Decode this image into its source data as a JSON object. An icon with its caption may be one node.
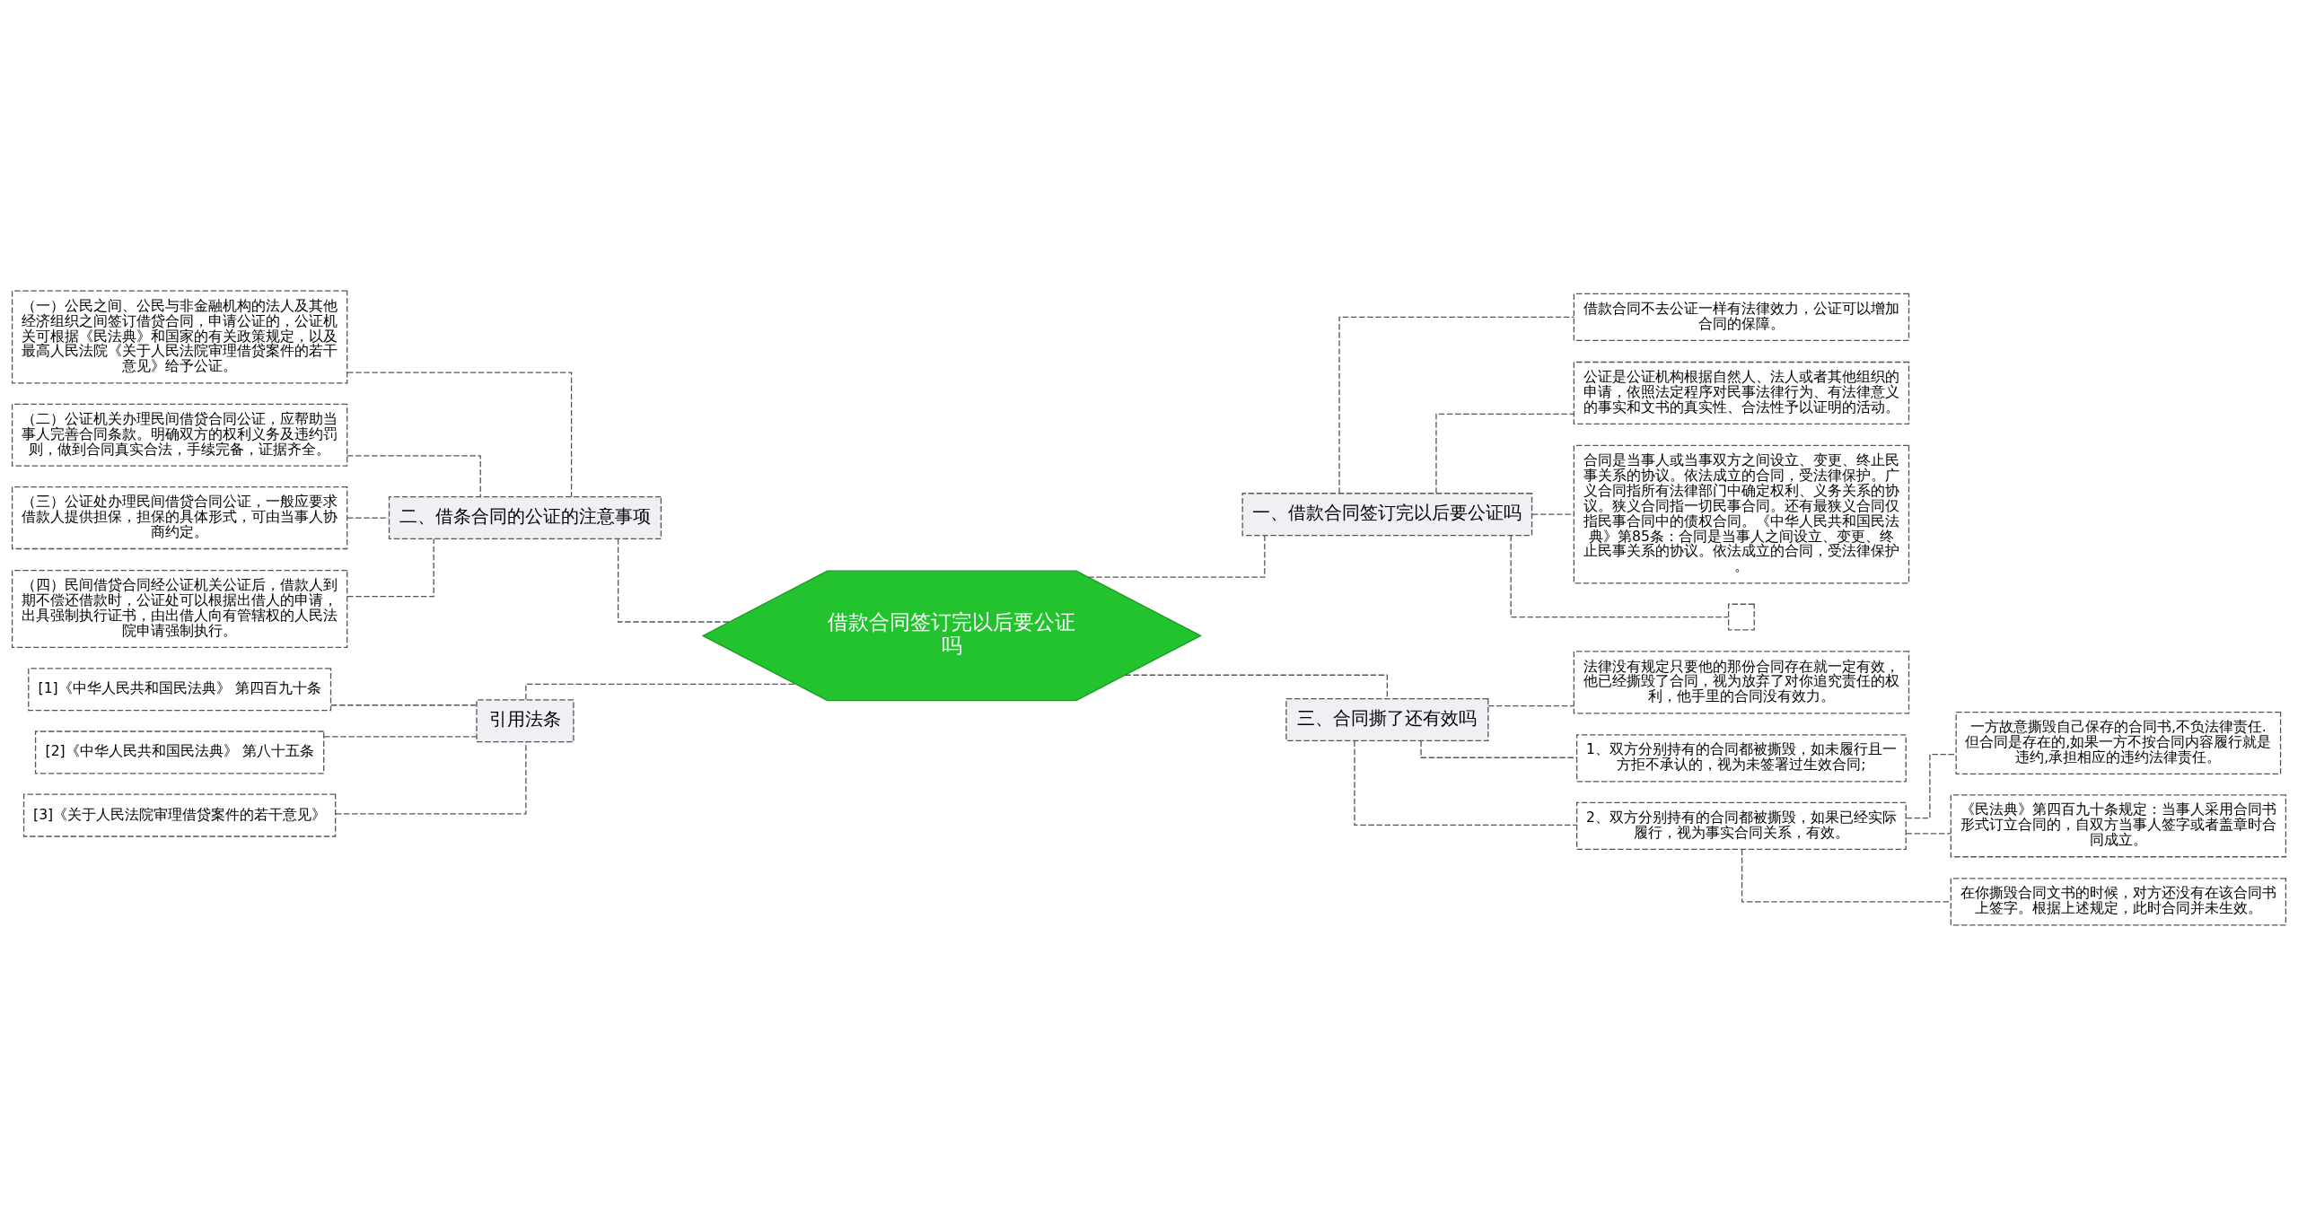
{
  "diagram": {
    "nodes": [
      {
        "text": [
          "借款合同签订完以后要公证吗"
        ]
      },
      {
        "text": [
          "二、借条合同的公证的注意事项"
        ]
      },
      {
        "text": [
          "（一）公民之间、公民与非金融机构的法人及其他经济组织之间签订借贷合同，申请公证的，公证机关可根据《民法典》和国家的有关政策规定，以及最高人民法院《关于人民法院审理借贷案件的若干意见》给予公证。"
        ]
      },
      {
        "text": [
          "（二）公证机关办理民间借贷合同公证，应帮助当事人完善合同条款。明确双方的权利义务及违约罚则，做到合同真实合法，手续完备，证据齐全。"
        ]
      },
      {
        "text": [
          "（三）公证处办理民间借贷合同公证，一般应要求借款人提供担保，担保的具体形式，可由当事人协商约定。"
        ]
      },
      {
        "text": [
          "（四）民间借贷合同经公证机关公证后，借款人到期不偿还借款时，公证处可以根据出借人的申请，出具强制执行证书，由出借人向有管辖权的人民法院申请强制执行。"
        ]
      },
      {
        "text": [
          "引用法条"
        ]
      },
      {
        "text": [
          "[1]《中华人民共和国民法典》 第四百九十条"
        ]
      },
      {
        "text": [
          "[2]《中华人民共和国民法典》 第八十五条"
        ]
      },
      {
        "text": [
          "[3]《关于人民法院审理借贷案件的若干意见》"
        ]
      },
      {
        "text": [
          "一、借款合同签订完以后要公证吗"
        ]
      },
      {
        "text": [
          "借款合同不去公证一样有法律效力，公证可以增加合同的保障。"
        ]
      },
      {
        "text": [
          "公证是公证机构根据自然人、法人或者其他组织的申请，依照法定程序对民事法律行为、有法律意义的事实和文书的真实性、合法性予以证明的活动。"
        ]
      },
      {
        "text": [
          "合同是当事人或当事双方之间设立、变更、终止民事关系的协议。依法成立的合同，受法律保护。广义合同指所有法律部门中确定权利、义务关系的协议。狭义合同指一切民事合同。还有最狭义合同仅指民事合同中的债权合同。《中华人民共和国民法典》第85条：合同是当事人之间设立、变更、终止民事关系的协议。依法成立的合同，受法律保护。"
        ]
      },
      {
        "text": [],
        "shape": "box"
      },
      {
        "text": [
          "三、合同撕了还有效吗"
        ]
      },
      {
        "text": [
          "法律没有规定只要他的那份合同存在就一定有效，他已经撕毁了合同，视为放弃了对你追究责任的权利，他手里的合同没有效力。"
        ]
      },
      {
        "text": [
          "1、双方分别持有的合同都被撕毁，如未履行且一方拒不承认的，视为未签署过生效合同;"
        ]
      },
      {
        "text": [
          "2、双方分别持有的合同都被撕毁，如果已经实际履行，视为事实合同关系，有效。"
        ]
      },
      {
        "text": [
          "一方故意撕毁自己保存的合同书,不负法律责任.但合同是存在的,如果一方不按合同内容履行就是违约,承担相应的违约法律责任。"
        ]
      },
      {
        "text": [
          "《民法典》第四百九十条规定：当事人采用合同书形式订立合同的，自双方当事人签字或者盖章时合同成立。"
        ]
      },
      {
        "text": [
          "在你撕毁合同文书的时候，对方还没有在该合同书上签字。根据上述规定，此时合同并未生效。"
        ]
      }
    ],
    "edges": [
      {
        "from": 0,
        "to": 1,
        "arrow": "none"
      },
      {
        "from": 1,
        "to": 2,
        "arrow": "none"
      },
      {
        "from": 1,
        "to": 3,
        "arrow": "none"
      },
      {
        "from": 1,
        "to": 4,
        "arrow": "none"
      },
      {
        "from": 1,
        "to": 5,
        "arrow": "none"
      },
      {
        "from": 0,
        "to": 6,
        "arrow": "none"
      },
      {
        "from": 6,
        "to": 7,
        "arrow": "none"
      },
      {
        "from": 6,
        "to": 8,
        "arrow": "none"
      },
      {
        "from": 6,
        "to": 9,
        "arrow": "none"
      },
      {
        "from": 0,
        "to": 10,
        "arrow": "none"
      },
      {
        "from": 10,
        "to": 11,
        "arrow": "none"
      },
      {
        "from": 10,
        "to": 12,
        "arrow": "none"
      },
      {
        "from": 10,
        "to": 13,
        "arrow": "none"
      },
      {
        "from": 10,
        "to": 14,
        "arrow": "none"
      },
      {
        "from": 0,
        "to": 15,
        "arrow": "none"
      },
      {
        "from": 15,
        "to": 16,
        "arrow": "none"
      },
      {
        "from": 15,
        "to": 17,
        "arrow": "none"
      },
      {
        "from": 15,
        "to": 18,
        "arrow": "none"
      },
      {
        "from": 18,
        "to": 19,
        "arrow": "none"
      },
      {
        "from": 18,
        "to": 20,
        "arrow": "none"
      },
      {
        "from": 18,
        "to": 21,
        "arrow": "none"
      }
    ]
  }
}
